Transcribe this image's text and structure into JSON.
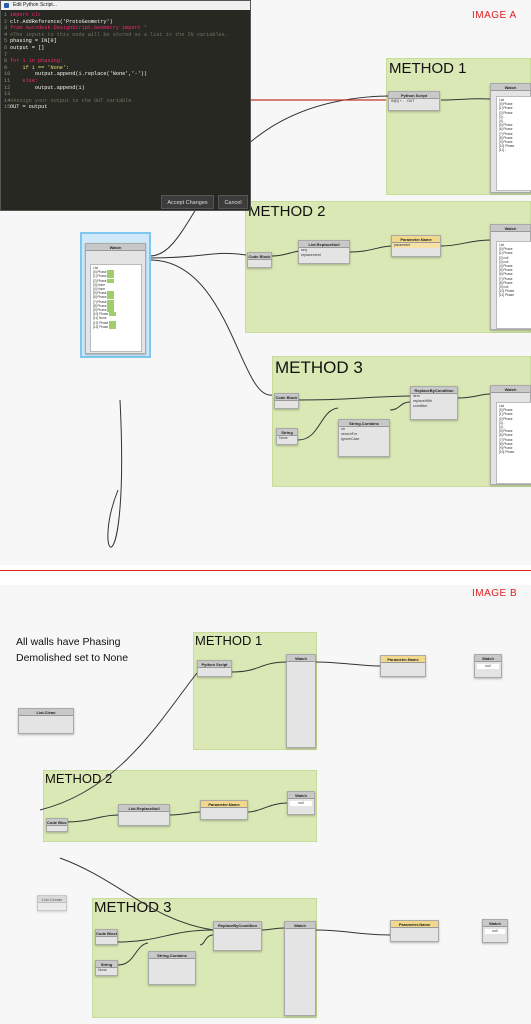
{
  "labels": {
    "image_a": "IMAGE A",
    "image_b": "IMAGE B"
  },
  "editor": {
    "title": "Edit Python Script...",
    "lines": [
      {
        "n": "1",
        "t": "import clr"
      },
      {
        "n": "2",
        "t": "clr.AddReference('ProtoGeometry')"
      },
      {
        "n": "3",
        "t": "from Autodesk.DesignScript.Geometry import *"
      },
      {
        "n": "4",
        "t": "#The inputs to this node will be stored as a list in the IN variables."
      },
      {
        "n": "5",
        "t": "phasing = IN[0]"
      },
      {
        "n": "6",
        "t": "output = []"
      },
      {
        "n": "7",
        "t": ""
      },
      {
        "n": "8",
        "t": "for i in phasing:"
      },
      {
        "n": "9",
        "t": "    if i == 'None':"
      },
      {
        "n": "10",
        "t": "        output.append(i.replace('None','-'))"
      },
      {
        "n": "11",
        "t": "    else:"
      },
      {
        "n": "12",
        "t": "        output.append(i)"
      },
      {
        "n": "13",
        "t": ""
      },
      {
        "n": "14",
        "t": "#Assign your output to the OUT variable."
      },
      {
        "n": "15",
        "t": "OUT = output"
      }
    ],
    "accept": "Accept Changes",
    "cancel": "Cancel"
  },
  "a": {
    "m1": "METHOD 1",
    "m2": "METHOD 2",
    "m3": "METHOD 3",
    "watch_main": "Watch",
    "python": {
      "title": "Python Script",
      "in": "IN[0]",
      "out": "OUT"
    },
    "code_block": "Code Block",
    "replace_null": {
      "title": "List.ReplaceNull",
      "p1": "seq",
      "p2": "replacement",
      "out": "seq"
    },
    "param_name": {
      "title": "Parameter.Name",
      "p1": "parameter",
      "out": "string"
    },
    "string": {
      "title": "String",
      "val": "None"
    },
    "string_contains": {
      "title": "String.Contains",
      "p1": "str",
      "p2": "searchFor",
      "p3": "ignoreCase",
      "out": "bool"
    },
    "replace_cond": {
      "title": "ReplaceByCondition",
      "p1": "item",
      "p2": "replaceWith",
      "p3": "condition",
      "out": "var"
    },
    "watch_list": [
      "List",
      "[0] Phase",
      "[1] Phase",
      "[2] Phase",
      "[3] None",
      "[4] None",
      "[5] Phase",
      "[6] Phase",
      "[7] Phase",
      "[8] Phase",
      "[9] Phase",
      "[10] Phase",
      "[11] None",
      "[12] Phase",
      "[13] Phase"
    ],
    "watch_right": [
      "List",
      "[0] Phase",
      "[1] Phase",
      "[2] Phase",
      "[3] -",
      "[4] -",
      "[5] Phase",
      "[6] Phase",
      "[7] Phase",
      "[8] Phase",
      "[9] Phase",
      "[10] Phase",
      "[11] -",
      "[12] Phase"
    ],
    "watch_m2": [
      "List",
      "[0] Phase",
      "[1] Phase",
      "[2] null",
      "[3] null",
      "[4] Phase",
      "[5] Phase",
      "[6] Phase",
      "[7] Phase",
      "[8] Phase",
      "[9] null",
      "[10] Phase",
      "[11] Phase",
      "[12] Phase"
    ]
  },
  "b": {
    "note": "All walls have Phasing Demolished set to None",
    "m1": "METHOD 1",
    "m2": "METHOD 2",
    "m3": "METHOD 3",
    "list_clean": "List.Clean",
    "list_create": "List.Create",
    "python": "Python Script",
    "watch": "Watch",
    "code_block": "Code Block",
    "replace_null": "List.ReplaceNull",
    "param_name": "Parameter.Name",
    "replace_cond": "ReplaceByCondition",
    "string_contains": "String.Contains",
    "string": "String",
    "null": "null",
    "string_val": "None"
  }
}
